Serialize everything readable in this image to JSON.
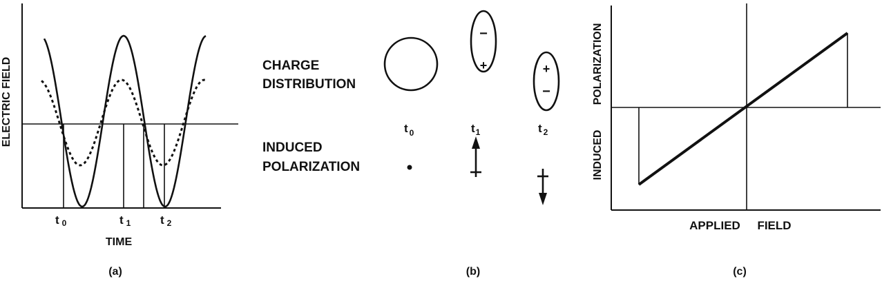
{
  "panel_a": {
    "caption": "(a)",
    "ylabel": "ELECTRIC FIELD",
    "xlabel": "TIME",
    "t0": {
      "base": "t",
      "sub": "0"
    },
    "t1": {
      "base": "t",
      "sub": "1"
    },
    "t2": {
      "base": "t",
      "sub": "2"
    }
  },
  "panel_b": {
    "caption": "(b)",
    "charge_line1": "CHARGE",
    "charge_line2": "DISTRIBUTION",
    "induced_line1": "INDUCED",
    "induced_line2": "POLARIZATION",
    "t0": {
      "base": "t",
      "sub": "0"
    },
    "t1": {
      "base": "t",
      "sub": "1"
    },
    "t2": {
      "base": "t",
      "sub": "2"
    },
    "minus": "−",
    "plus": "+"
  },
  "panel_c": {
    "caption": "(c)",
    "ylabel_line1": "INDUCED",
    "ylabel_line2": "POLARIZATION",
    "xlabel_line1": "APPLIED",
    "xlabel_line2": "FIELD"
  }
}
